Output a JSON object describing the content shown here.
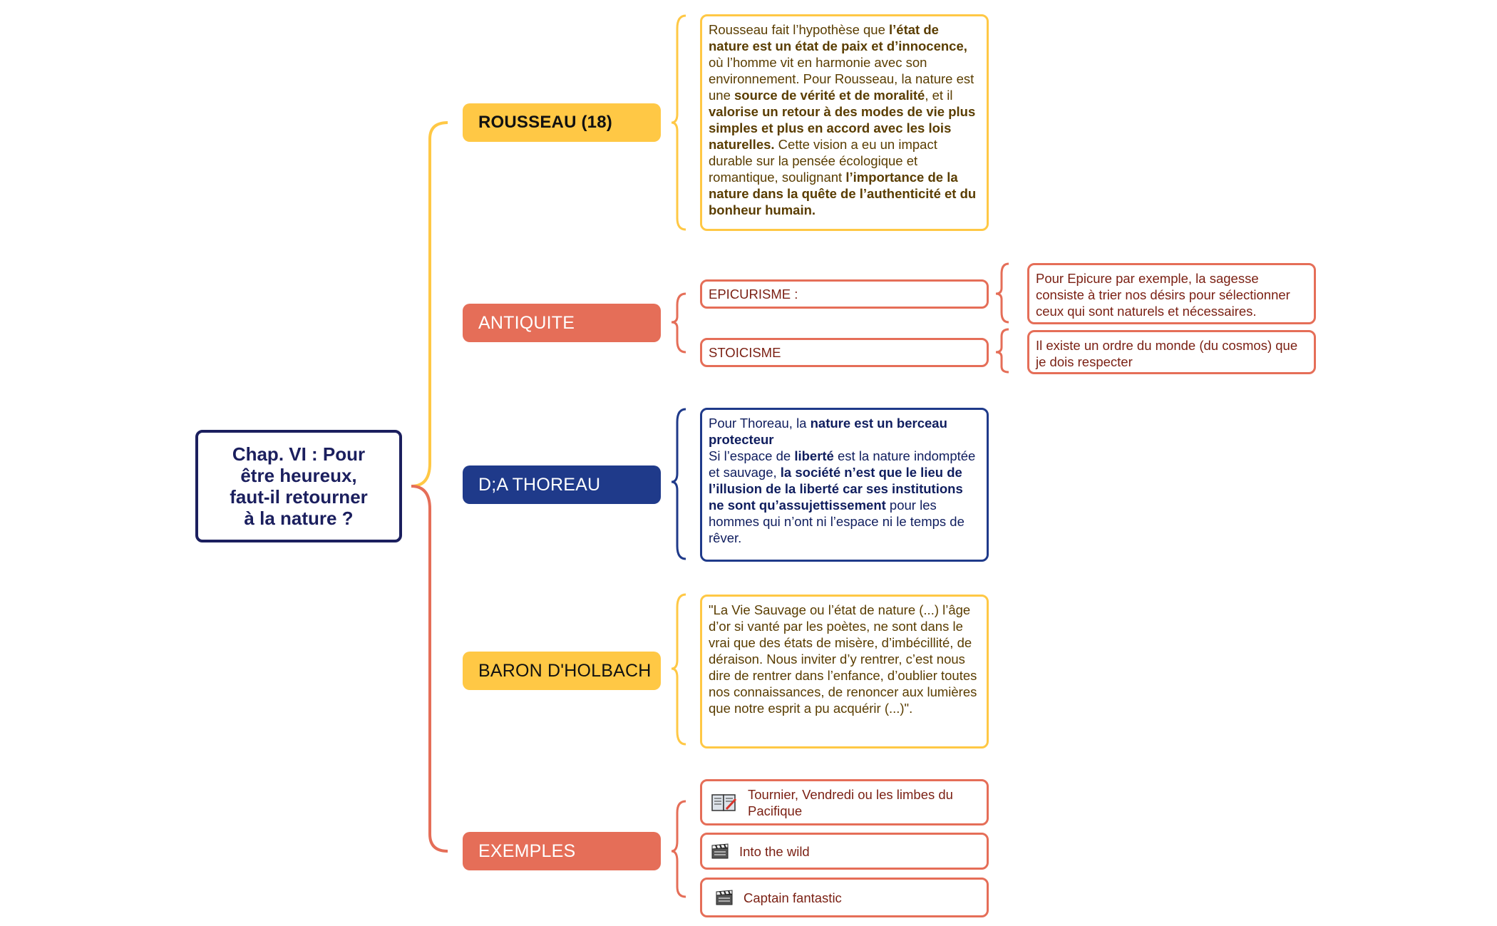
{
  "central": {
    "lines": [
      "Chap. VI : Pour",
      "être heureux,",
      "faut-il retourner",
      "à la nature ?"
    ]
  },
  "colors": {
    "navy": "#1b1f5e",
    "yellow": "#ffc845",
    "coral": "#e56e58",
    "blue": "#1f3a8a",
    "brown_text": "#5a3d00",
    "red_text": "#7a1f12",
    "blue_text": "#0f1d5e"
  },
  "branches": {
    "rousseau": {
      "label": "ROUSSEAU (18)",
      "note": {
        "t1": "Rousseau fait l’hypothèse que ",
        "b1": "l’état de nature est un état de paix et d’innocence,",
        "t2": " où l’homme vit en harmonie avec son environnement. Pour Rousseau, la nature est une ",
        "b2": "source de vérité et de moralité",
        "t3": ", et il ",
        "b3": "valorise un retour à des modes de vie plus simples et plus en accord avec les lois naturelles.",
        "t4": " Cette vision a eu un impact durable sur la pensée écologique et romantique, soulignant ",
        "b4": "l’importance de la nature dans la quête de l’authenticité et du bonheur humain."
      }
    },
    "antiquite": {
      "label": "ANTIQUITE",
      "epicurisme": {
        "label": "EPICURISME :",
        "note": "Pour Epicure par exemple, la sagesse consiste à trier nos désirs pour sélectionner ceux qui sont naturels et nécessaires."
      },
      "stoicisme": {
        "label": "STOICISME",
        "note": "Il existe un ordre du monde (du cosmos) que je dois respecter"
      }
    },
    "thoreau": {
      "label": "D;A THOREAU",
      "note": {
        "t1": "Pour Thoreau, la ",
        "b1": "nature est un berceau protecteur",
        "t2": "Si l’espace de ",
        "b2": "liberté",
        "t3": " est la nature indomptée et sauvage, ",
        "b3": "la société n’est que le lieu de l’illusion de la liberté car ses institutions ne sont qu’assujettissement",
        "t4": " pour les hommes qui n’ont ni l’espace ni le temps de rêver."
      }
    },
    "holbach": {
      "label": "BARON D'HOLBACH",
      "note": "\"La Vie Sauvage ou l’état de nature (...) l’âge d’or si vanté par les poètes, ne sont dans le vrai que des états de misère, d’imbécillité, de déraison. Nous inviter d’y rentrer, c’est nous dire de rentrer dans l’enfance, d’oublier toutes nos connaissances, de renoncer aux lumières que notre esprit a pu acquérir (...)\"."
    },
    "exemples": {
      "label": "EXEMPLES",
      "items": [
        {
          "text": "Tournier, Vendredi ou les limbes du Pacifique",
          "icon": "book-icon"
        },
        {
          "text": "Into the wild",
          "icon": "clapperboard-icon"
        },
        {
          "text": "Captain fantastic",
          "icon": "clapperboard-icon"
        }
      ]
    }
  }
}
